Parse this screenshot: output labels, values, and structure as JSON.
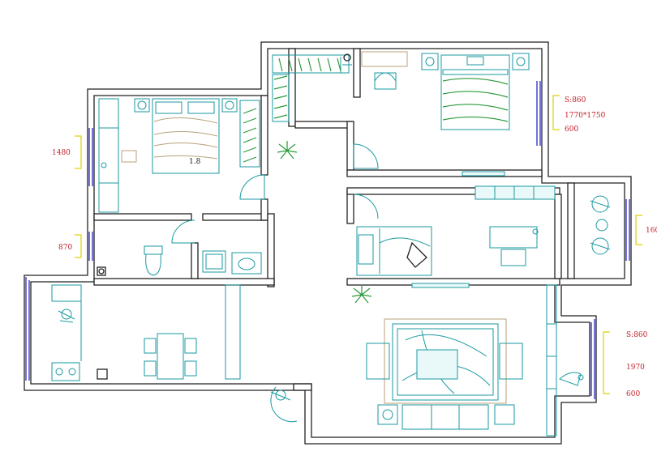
{
  "labels": {
    "bed_size": "1.8",
    "left_dim_top": "1480",
    "left_dim_mid": "870",
    "right_dim_top": [
      "S:860",
      "1770*1750",
      "600"
    ],
    "right_dim_mid": "160",
    "right_dim_bottom": [
      "S:860",
      "1970",
      "600"
    ]
  },
  "colors": {
    "wall": "#222222",
    "furniture": "#1a9aa0",
    "plant": "#2a9a3a",
    "window": "#3a3ac8",
    "dimension_text": "#c0202a",
    "dimension_line": "#e0d000"
  }
}
